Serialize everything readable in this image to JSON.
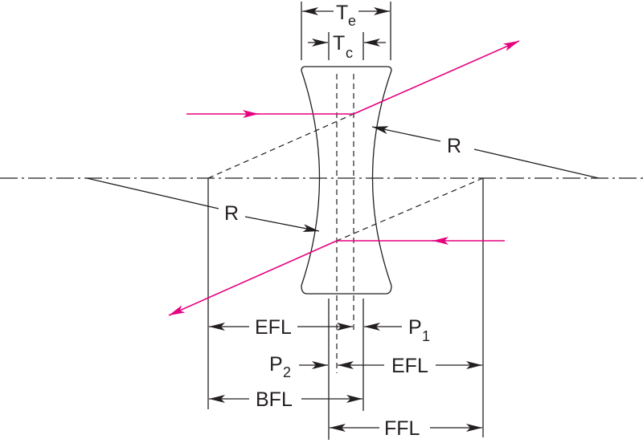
{
  "title": "Negative (biconcave) lens focal length diagram",
  "colors": {
    "ray": "#e6007e",
    "line": "#231f20"
  },
  "labels": {
    "te": {
      "main": "T",
      "sub": "e"
    },
    "tc": {
      "main": "T",
      "sub": "c"
    },
    "r_top": "R",
    "r_bottom": "R",
    "efl_left": "EFL",
    "p1": {
      "main": "P",
      "sub": "1"
    },
    "p2": {
      "main": "P",
      "sub": "2"
    },
    "efl_right": "EFL",
    "bfl": "BFL",
    "ffl": "FFL"
  }
}
